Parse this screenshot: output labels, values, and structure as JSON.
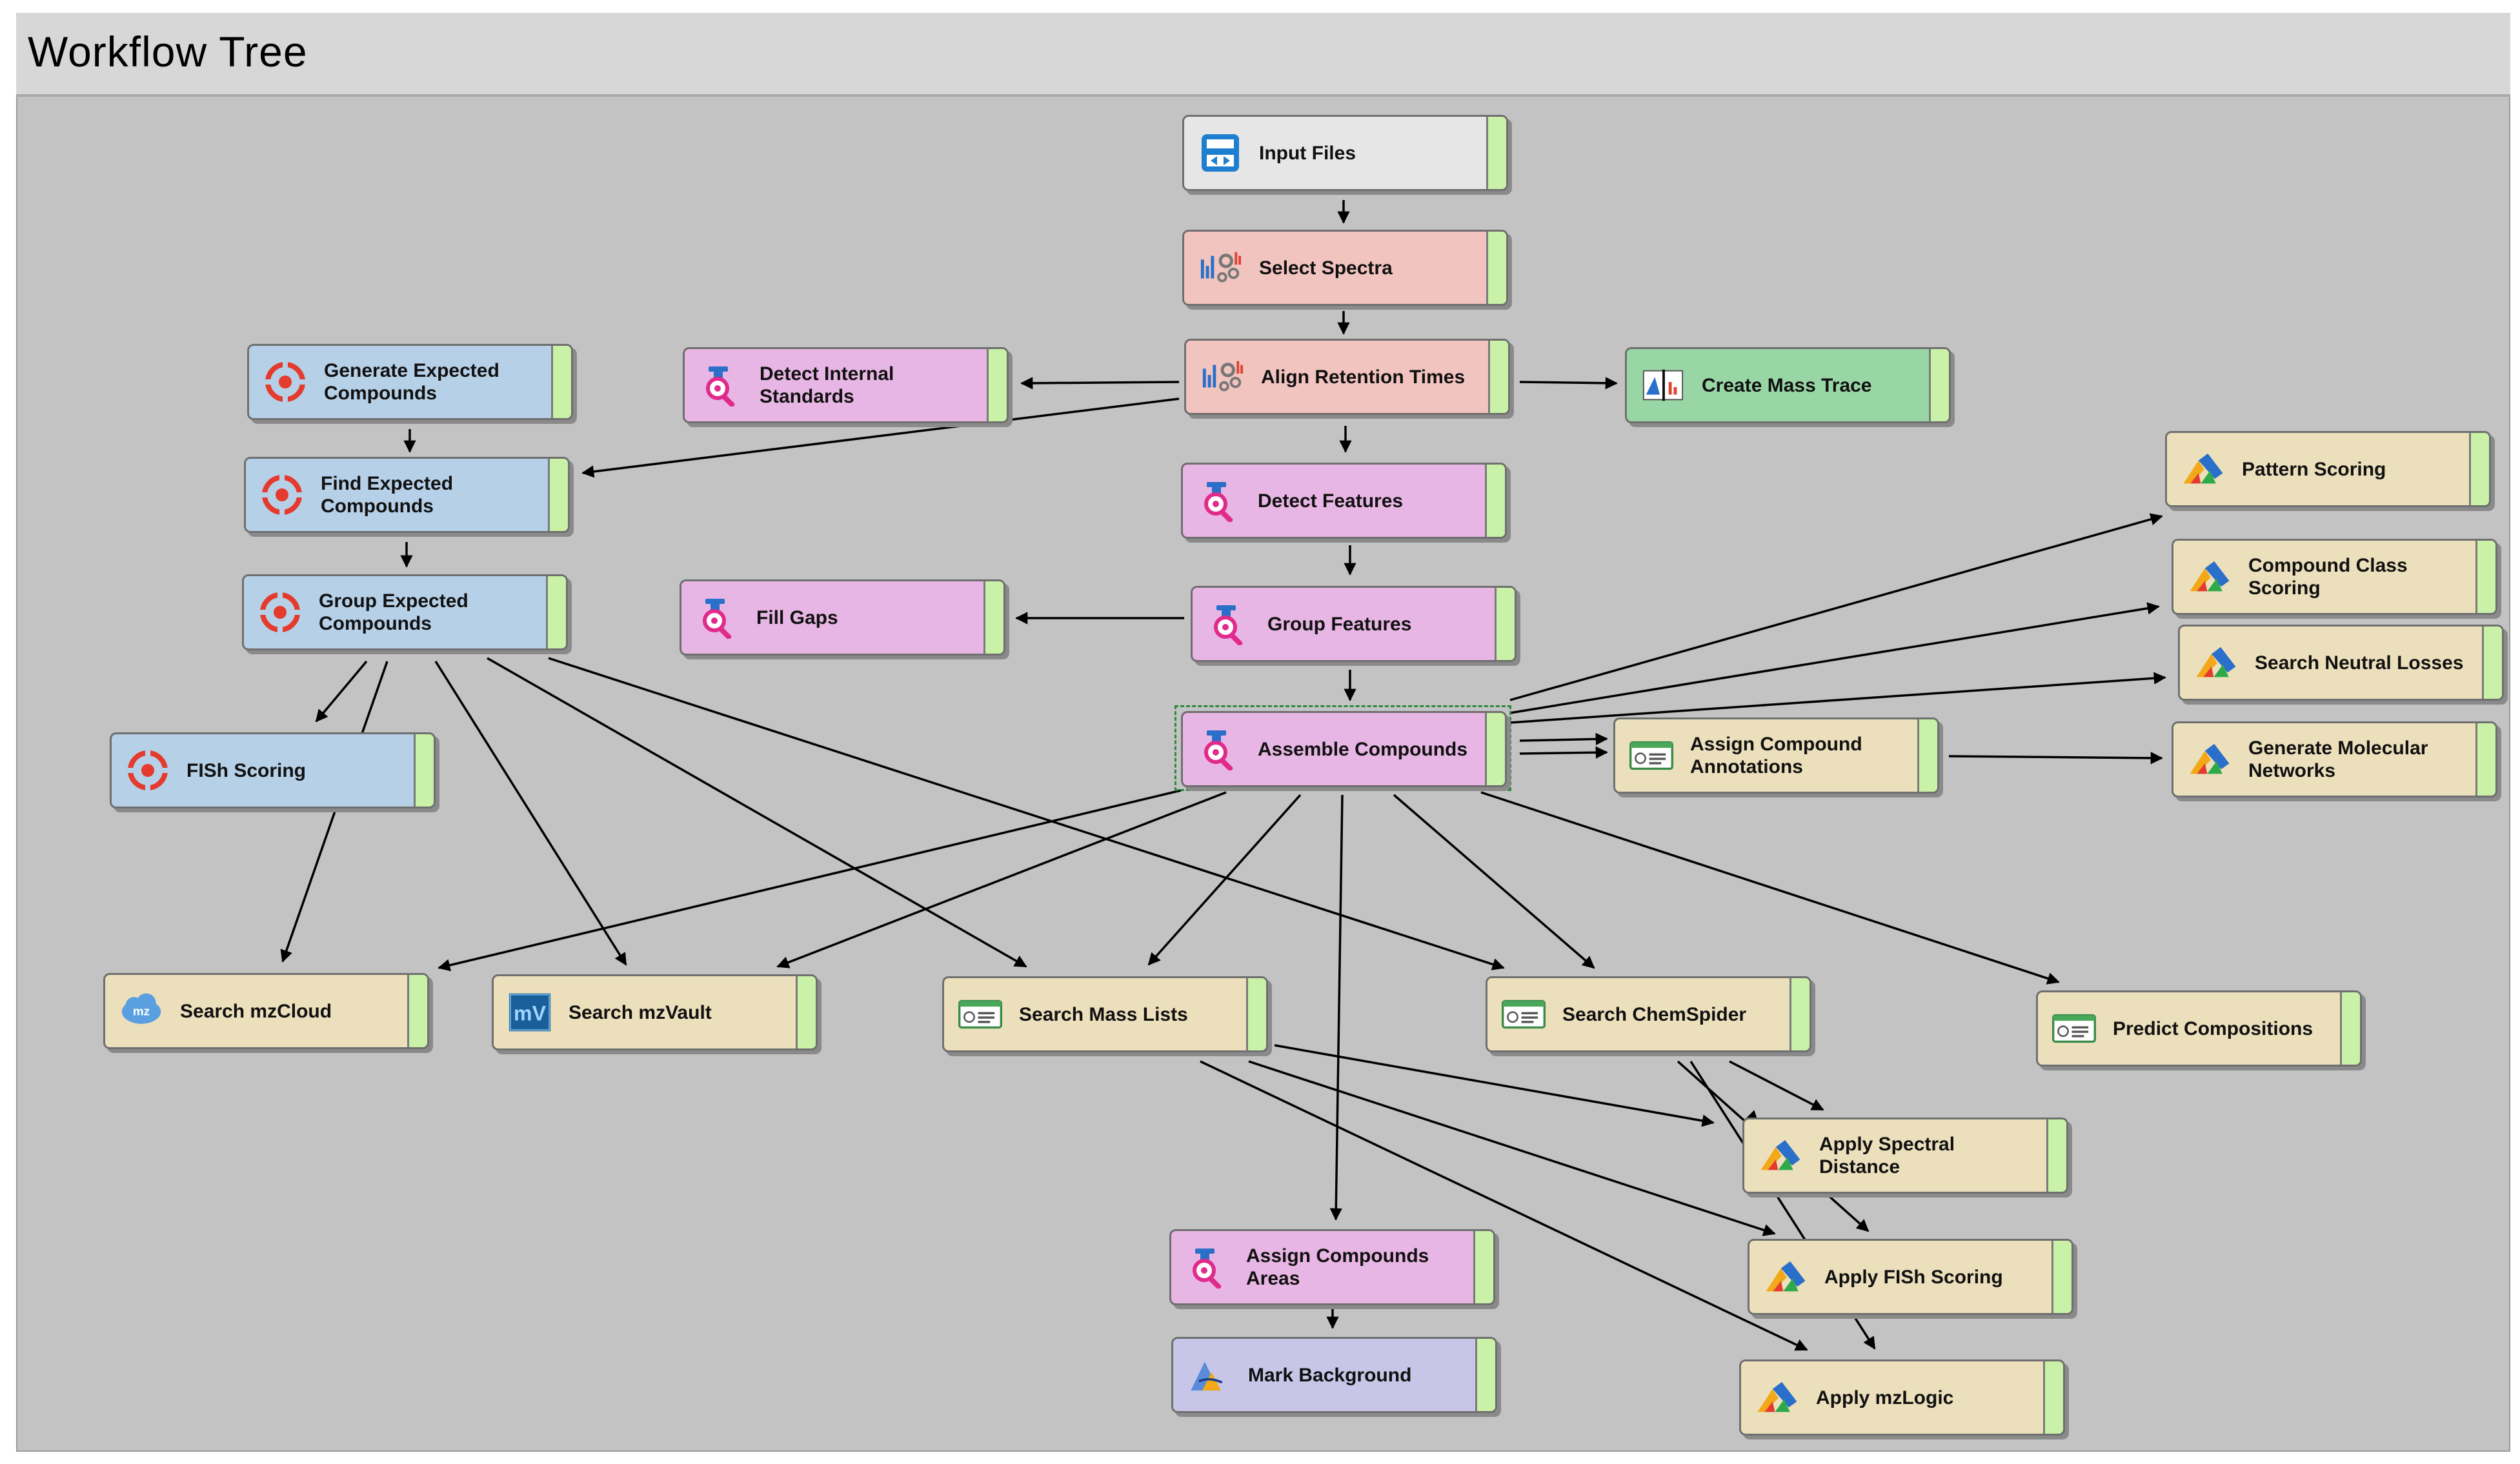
{
  "window": {
    "title": "Workflow Tree"
  },
  "colors": {
    "input": "#e6e6e6",
    "spectra": "#f2c4c0",
    "feature": "#e8b6e4",
    "trace": "#99d6a6",
    "expected": "#b6d0e8",
    "search": "#ecdfbc",
    "background": "#c8c6e8",
    "selection": "#2c8a3c"
  },
  "nodes": {
    "input_files": {
      "label": "Input Files",
      "icon": "input-files-icon"
    },
    "select_spectra": {
      "label": "Select Spectra",
      "icon": "spectra-settings-icon"
    },
    "align_rt": {
      "label": "Align Retention Times",
      "icon": "spectra-settings-icon"
    },
    "create_mass_trace": {
      "label": "Create Mass Trace",
      "icon": "mass-trace-icon"
    },
    "detect_internal": {
      "label": "Detect Internal Standards",
      "icon": "flask-magnifier-icon"
    },
    "generate_expected": {
      "label": "Generate Expected Compounds",
      "icon": "target-icon"
    },
    "find_expected": {
      "label": "Find Expected Compounds",
      "icon": "target-icon"
    },
    "group_expected": {
      "label": "Group Expected Compounds",
      "icon": "target-icon"
    },
    "fish_scoring": {
      "label": "FISh Scoring",
      "icon": "target-icon"
    },
    "detect_features": {
      "label": "Detect Features",
      "icon": "flask-magnifier-icon"
    },
    "fill_gaps": {
      "label": "Fill Gaps",
      "icon": "flask-magnifier-icon"
    },
    "group_features": {
      "label": "Group Features",
      "icon": "flask-magnifier-icon"
    },
    "assemble": {
      "label": "Assemble Compounds",
      "icon": "flask-magnifier-icon"
    },
    "assign_annotations": {
      "label": "Assign Compound Annotations",
      "icon": "database-card-icon"
    },
    "pattern_scoring": {
      "label": "Pattern Scoring",
      "icon": "scoring-chart-icon"
    },
    "class_scoring": {
      "label": "Compound Class Scoring",
      "icon": "scoring-chart-icon"
    },
    "neutral_losses": {
      "label": "Search Neutral Losses",
      "icon": "scoring-chart-icon"
    },
    "molecular_networks": {
      "label": "Generate Molecular Networks",
      "icon": "scoring-chart-icon"
    },
    "search_mzcloud": {
      "label": "Search mzCloud",
      "icon": "mzcloud-icon"
    },
    "search_mzvault": {
      "label": "Search mzVault",
      "icon": "mzvault-icon"
    },
    "search_mass_lists": {
      "label": "Search Mass Lists",
      "icon": "database-card-icon"
    },
    "search_chemspider": {
      "label": "Search ChemSpider",
      "icon": "database-card-icon"
    },
    "predict_comp": {
      "label": "Predict Compositions",
      "icon": "database-card-icon"
    },
    "apply_spectral": {
      "label": "Apply Spectral Distance",
      "icon": "scoring-chart-icon"
    },
    "apply_fish": {
      "label": "Apply FISh Scoring",
      "icon": "scoring-chart-icon"
    },
    "apply_mzlogic": {
      "label": "Apply mzLogic",
      "icon": "scoring-chart-icon"
    },
    "assign_areas": {
      "label": "Assign Compounds Areas",
      "icon": "flask-magnifier-icon"
    },
    "mark_background": {
      "label": "Mark Background",
      "icon": "mark-background-icon"
    }
  },
  "icon_text": {
    "mzcloud": "mz",
    "mzvault": "mV"
  }
}
